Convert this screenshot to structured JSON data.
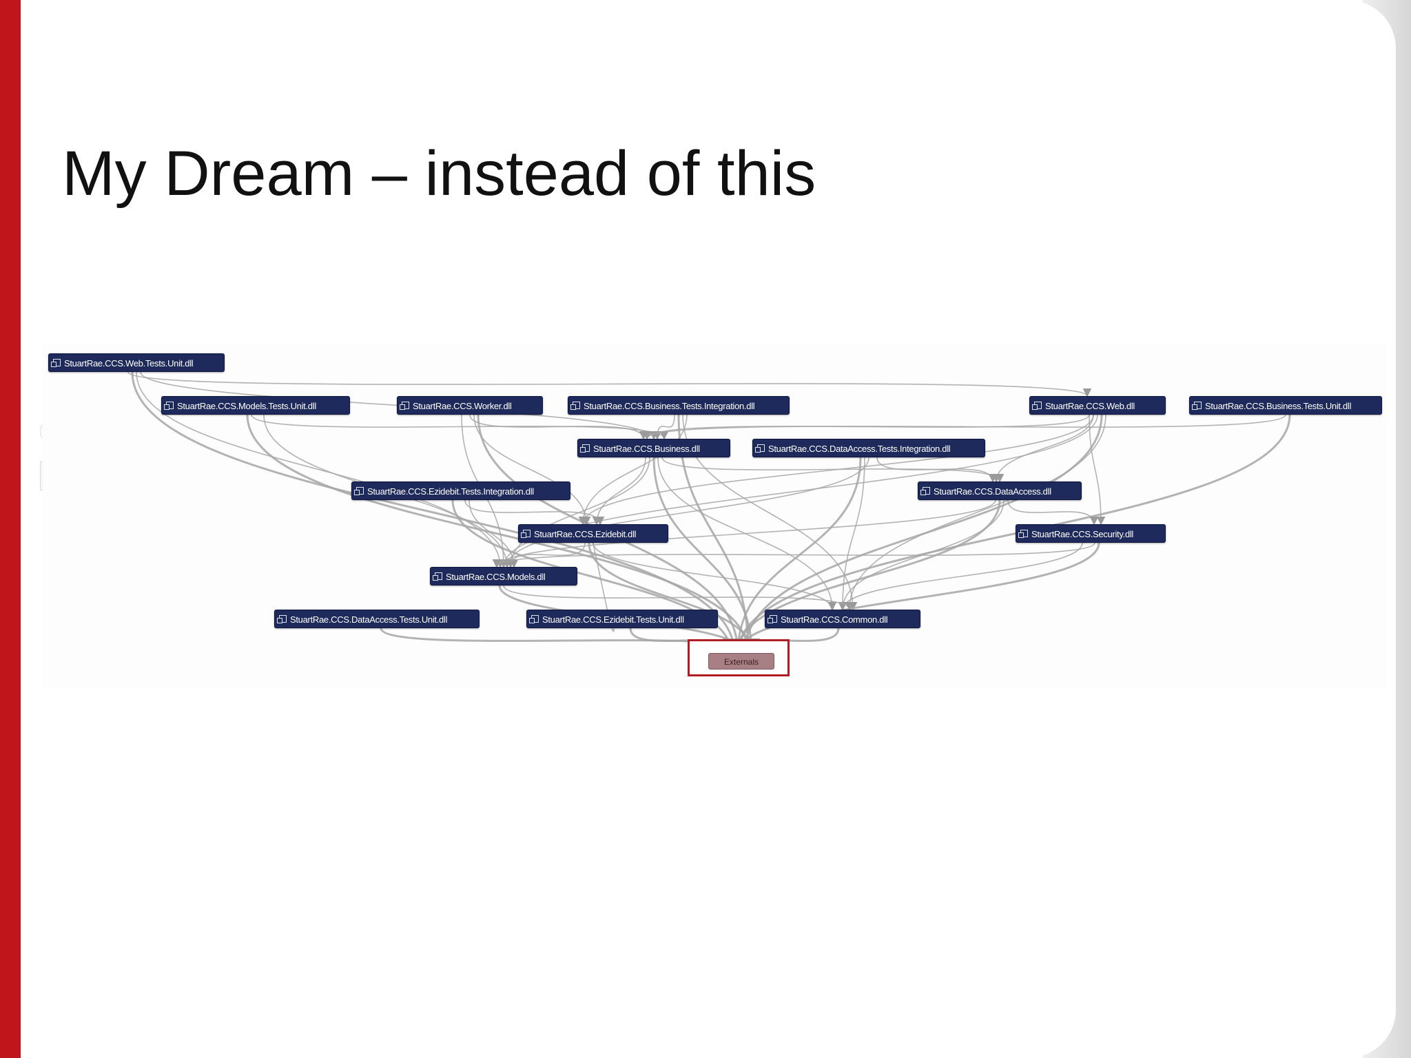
{
  "slide": {
    "title": "My Dream – instead of this"
  },
  "diagram": {
    "nodes": [
      {
        "id": "web_tests_unit",
        "label": "StuartRae.CCS.Web.Tests.Unit.dll"
      },
      {
        "id": "models_tests_unit",
        "label": "StuartRae.CCS.Models.Tests.Unit.dll"
      },
      {
        "id": "worker",
        "label": "StuartRae.CCS.Worker.dll"
      },
      {
        "id": "business_tests_integration",
        "label": "StuartRae.CCS.Business.Tests.Integration.dll"
      },
      {
        "id": "web",
        "label": "StuartRae.CCS.Web.dll"
      },
      {
        "id": "business_tests_unit",
        "label": "StuartRae.CCS.Business.Tests.Unit.dll"
      },
      {
        "id": "business",
        "label": "StuartRae.CCS.Business.dll"
      },
      {
        "id": "dataaccess_tests_integration",
        "label": "StuartRae.CCS.DataAccess.Tests.Integration.dll"
      },
      {
        "id": "ezidebit_tests_integration",
        "label": "StuartRae.CCS.Ezidebit.Tests.Integration.dll"
      },
      {
        "id": "dataaccess",
        "label": "StuartRae.CCS.DataAccess.dll"
      },
      {
        "id": "ezidebit",
        "label": "StuartRae.CCS.Ezidebit.dll"
      },
      {
        "id": "security",
        "label": "StuartRae.CCS.Security.dll"
      },
      {
        "id": "models",
        "label": "StuartRae.CCS.Models.dll"
      },
      {
        "id": "dataaccess_tests_unit",
        "label": "StuartRae.CCS.DataAccess.Tests.Unit.dll"
      },
      {
        "id": "ezidebit_tests_unit",
        "label": "StuartRae.CCS.Ezidebit.Tests.Unit.dll"
      },
      {
        "id": "common",
        "label": "StuartRae.CCS.Common.dll"
      },
      {
        "id": "externals",
        "label": "Externals"
      }
    ],
    "edges": [
      [
        "web_tests_unit",
        "web"
      ],
      [
        "web_tests_unit",
        "externals"
      ],
      [
        "web_tests_unit",
        "models"
      ],
      [
        "web_tests_unit",
        "business"
      ],
      [
        "models_tests_unit",
        "models"
      ],
      [
        "models_tests_unit",
        "externals"
      ],
      [
        "models_tests_unit",
        "business"
      ],
      [
        "worker",
        "business"
      ],
      [
        "worker",
        "ezidebit"
      ],
      [
        "worker",
        "externals"
      ],
      [
        "worker",
        "models"
      ],
      [
        "business_tests_integration",
        "business"
      ],
      [
        "business_tests_integration",
        "externals"
      ],
      [
        "business_tests_integration",
        "common"
      ],
      [
        "business_tests_integration",
        "ezidebit"
      ],
      [
        "web",
        "business"
      ],
      [
        "web",
        "dataaccess"
      ],
      [
        "web",
        "models"
      ],
      [
        "web",
        "externals"
      ],
      [
        "web",
        "common"
      ],
      [
        "web",
        "security"
      ],
      [
        "web",
        "ezidebit"
      ],
      [
        "business_tests_unit",
        "business"
      ],
      [
        "business_tests_unit",
        "externals"
      ],
      [
        "business",
        "dataaccess"
      ],
      [
        "business",
        "ezidebit"
      ],
      [
        "business",
        "models"
      ],
      [
        "business",
        "externals"
      ],
      [
        "business",
        "common"
      ],
      [
        "dataaccess_tests_integration",
        "dataaccess"
      ],
      [
        "dataaccess_tests_integration",
        "externals"
      ],
      [
        "dataaccess_tests_integration",
        "common"
      ],
      [
        "dataaccess_tests_integration",
        "models"
      ],
      [
        "ezidebit_tests_integration",
        "ezidebit"
      ],
      [
        "ezidebit_tests_integration",
        "models"
      ],
      [
        "ezidebit_tests_integration",
        "externals"
      ],
      [
        "dataaccess",
        "models"
      ],
      [
        "dataaccess",
        "externals"
      ],
      [
        "dataaccess",
        "common"
      ],
      [
        "dataaccess",
        "security"
      ],
      [
        "ezidebit",
        "models"
      ],
      [
        "ezidebit",
        "externals"
      ],
      [
        "ezidebit",
        "common"
      ],
      [
        "security",
        "models"
      ],
      [
        "security",
        "externals"
      ],
      [
        "security",
        "common"
      ],
      [
        "models",
        "externals"
      ],
      [
        "models",
        "common"
      ],
      [
        "dataaccess_tests_unit",
        "externals"
      ],
      [
        "ezidebit_tests_unit",
        "externals"
      ],
      [
        "ezidebit_tests_unit",
        "ezidebit"
      ],
      [
        "common",
        "externals"
      ]
    ],
    "colors": {
      "node_fill": "#1e2a5c",
      "externals_fill": "#a77f84",
      "highlight_box": "#b01c22",
      "edge": "#a6a6a6"
    }
  }
}
